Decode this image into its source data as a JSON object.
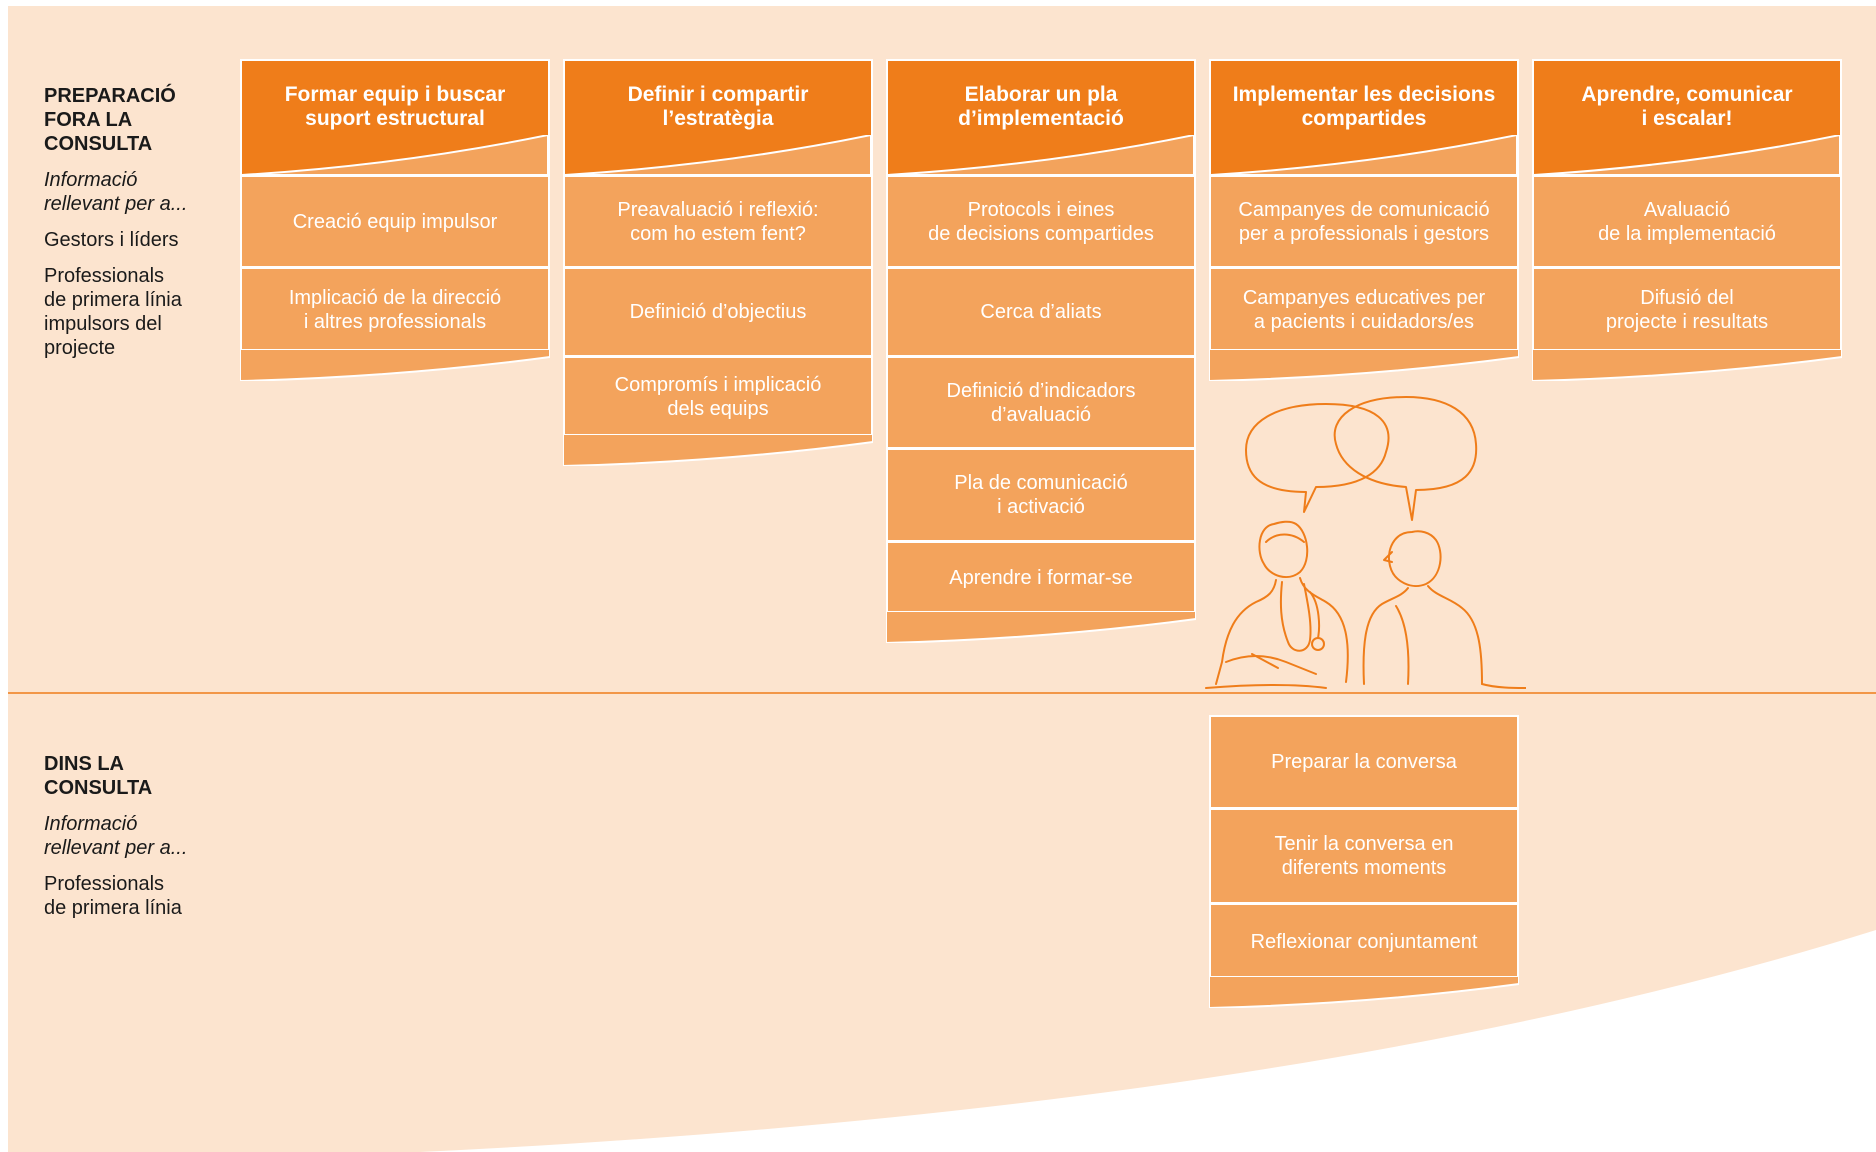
{
  "colors": {
    "background": "#fce4cf",
    "header": "#ef7d1a",
    "item": "#f3a35c",
    "line": "#ef7d1a",
    "label_text": "#1a1a1a"
  },
  "sections": {
    "outside": {
      "title": "PREPARACIÓ\nFORA LA\nCONSULTA",
      "subtitle": "Informació\nrellevant per a...",
      "audience": [
        "Gestors i líders",
        "Professionals\nde primera línia\nimpulsors del\nprojecte"
      ]
    },
    "inside": {
      "title": "DINS LA\nCONSULTA",
      "subtitle": "Informació\nrellevant per a...",
      "audience": [
        "Professionals\nde primera línia"
      ]
    }
  },
  "columns": [
    {
      "header": "Formar equip i buscar\nsuport estructural",
      "items": [
        "Creació equip impulsor",
        "Implicació de la direcció\ni altres professionals"
      ]
    },
    {
      "header": "Definir i compartir\nl’estratègia",
      "items": [
        "Preavaluació i reflexió:\ncom ho estem fent?",
        "Definició d’objectius",
        "Compromís i implicació\ndels equips"
      ]
    },
    {
      "header": "Elaborar un pla\nd’implementació",
      "items": [
        "Protocols i eines\nde decisions compartides",
        "Cerca d’aliats",
        "Definició d’indicadors\nd’avaluació",
        "Pla de comunicació\ni activació",
        "Aprendre i formar-se"
      ]
    },
    {
      "header": "Implementar les decisions\ncompartides",
      "items": [
        "Campanyes de comunicació\nper a professionals i gestors",
        "Campanyes educatives per\na pacients i cuidadors/es"
      ]
    },
    {
      "header": "Aprendre, comunicar\ni escalar!",
      "items": [
        "Avaluació\nde la implementació",
        "Difusió del\nprojecte i resultats"
      ]
    }
  ],
  "consultation_items": [
    "Preparar la conversa",
    "Tenir la conversa en\ndiferents moments",
    "Reflexionar conjuntament"
  ]
}
